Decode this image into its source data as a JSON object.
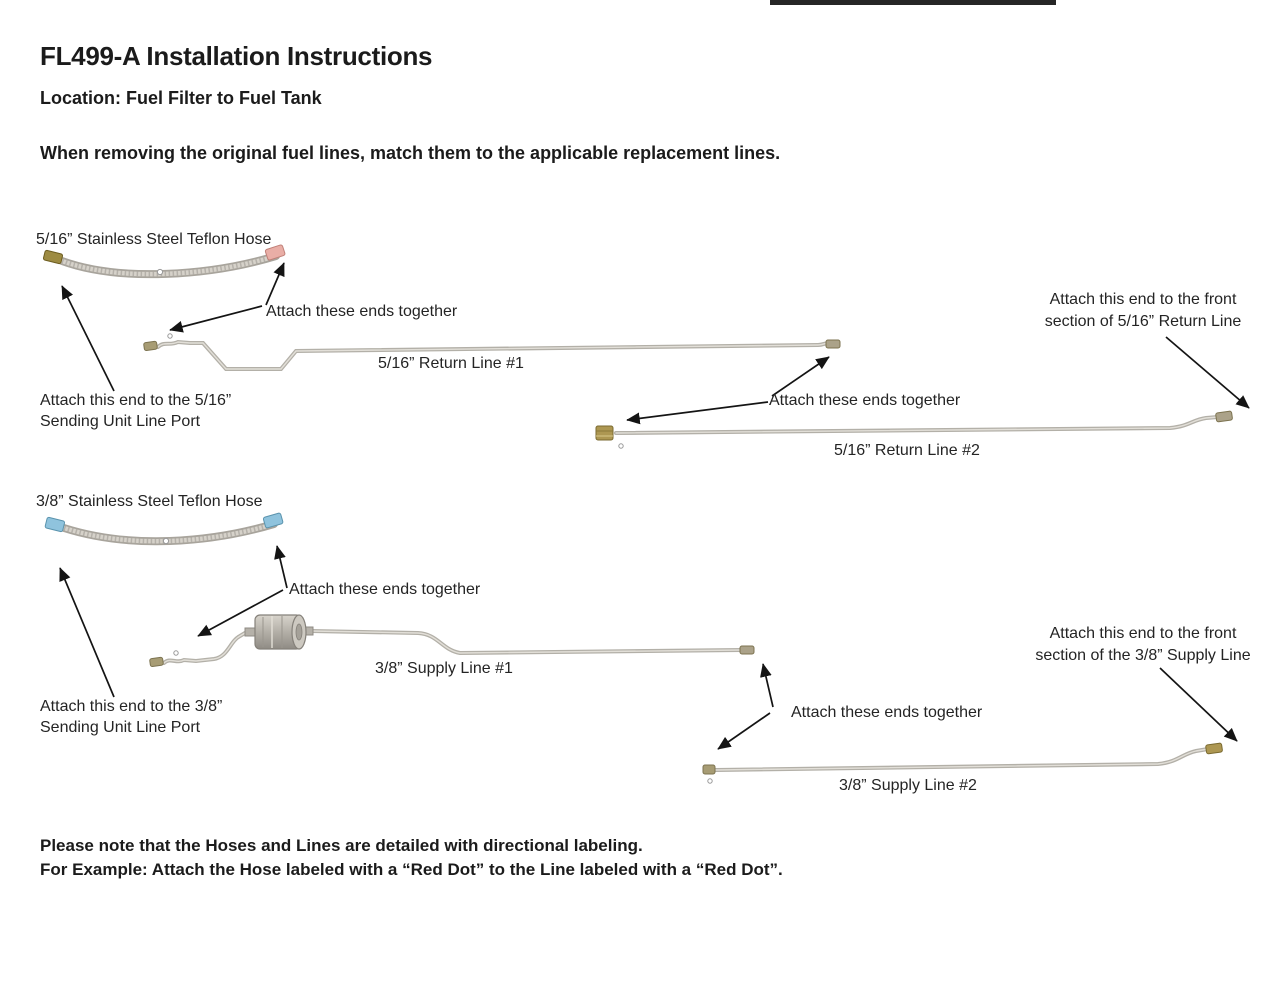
{
  "header": {
    "title": "FL499-A Installation Instructions",
    "location": "Location: Fuel Filter to Fuel Tank",
    "intro": "When removing the original fuel lines, match them to the applicable replacement lines."
  },
  "labels": {
    "hose_516": "5/16” Stainless Steel Teflon Hose",
    "return_line_1": "5/16” Return Line #1",
    "return_line_2": "5/16” Return Line #2",
    "hose_38": "3/8” Stainless Steel Teflon Hose",
    "supply_line_1": "3/8” Supply Line #1",
    "supply_line_2": "3/8” Supply Line #2"
  },
  "annotations": {
    "attach_ends_together": "Attach these ends together",
    "attach_516_sending": "Attach this end to the 5/16”\nSending Unit Line Port",
    "attach_38_sending": "Attach this end to the 3/8”\nSending Unit Line Port",
    "attach_516_front": "Attach this end to the front\nsection of 5/16” Return Line",
    "attach_38_front": "Attach this end to the front\nsection of the 3/8” Supply Line"
  },
  "footer": {
    "note_line_1": "Please note that the Hoses and Lines are detailed with directional labeling.",
    "note_line_2": "For Example: Attach the Hose labeled with a “Red Dot” to the Line labeled with a “Red Dot”."
  },
  "colors": {
    "brass_fitting": "#ad9752",
    "red_dot_fitting": "#e9aea6",
    "blue_dot_fitting": "#8fc3dd",
    "steel_line": "#b9b6ae",
    "arrow": "#141414"
  }
}
